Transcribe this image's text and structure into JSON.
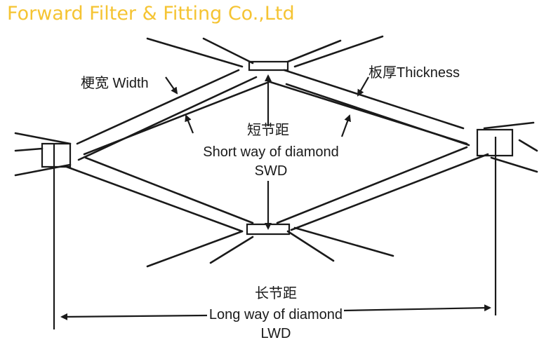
{
  "header": {
    "company": "Forward Filter & Fitting Co.,Ltd",
    "color": "#f5c433"
  },
  "labels": {
    "strand_width": "梗宽 Width",
    "thickness": "板厚Thickness",
    "swd_cn": "短节距",
    "swd_en": "Short way of diamond",
    "swd_abbr": "SWD",
    "lwd_cn": "长节距",
    "lwd_en": "Long way of diamond",
    "lwd_abbr": "LWD"
  },
  "icons": {
    "arrow": "arrow-icon"
  }
}
